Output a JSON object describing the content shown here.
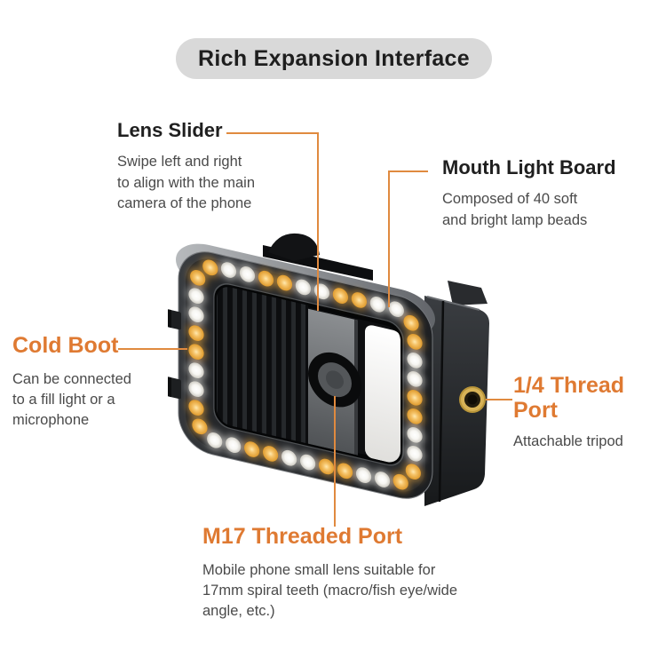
{
  "title": "Rich Expansion Interface",
  "colors": {
    "accent_heading": "#DF7A32",
    "leader_line": "#E08A3F",
    "pill_bg": "#D9D9D9",
    "heading_dark": "#1F1F1F",
    "body_text": "#4A4A4A",
    "led_amber": "#EDAA3F",
    "led_white": "#F5F3ED",
    "thread_gold": "#C9A44A"
  },
  "annotations": {
    "lens_slider": {
      "heading": "Lens Slider",
      "desc": "Swipe left and right\nto align with the main\ncamera of the phone"
    },
    "mouth_light_board": {
      "heading": "Mouth Light Board",
      "desc": "Composed of 40 soft\nand bright lamp beads"
    },
    "cold_boot": {
      "heading": "Cold Boot",
      "desc": "Can be connected\nto a fill light or a\nmicrophone"
    },
    "quarter_thread_port": {
      "heading": "1/4 Thread Port",
      "desc": "Attachable tripod"
    },
    "m17_threaded_port": {
      "heading": "M17 Threaded Port",
      "desc": "Mobile phone small lens suitable for\n17mm spiral teeth (macro/fish eye/wide\nangle, etc.)"
    }
  },
  "product": {
    "name": "smartphone cage rig with LED fill-light ring",
    "led_bead_count": 40
  }
}
